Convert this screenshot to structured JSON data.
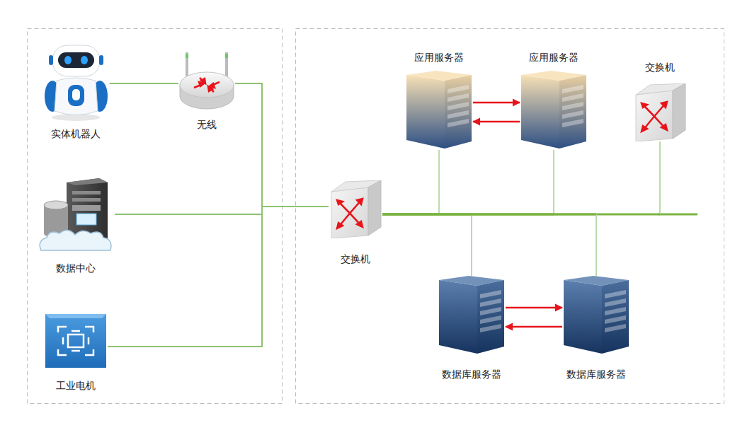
{
  "diagram": {
    "nodes": [
      {
        "text": [
          "实体机器人"
        ]
      },
      {
        "text": [
          "无线"
        ]
      },
      {
        "text": [
          "数据中心"
        ]
      },
      {
        "text": [
          "工业电机"
        ]
      },
      {
        "text": [
          "交换机"
        ]
      },
      {
        "text": [
          "应用服务器"
        ]
      },
      {
        "text": [
          "应用服务器"
        ]
      },
      {
        "text": [
          "交换机"
        ]
      },
      {
        "text": [
          "数据库服务器"
        ]
      },
      {
        "text": [
          "数据库服务器"
        ]
      }
    ],
    "edges": [
      {
        "from": 0,
        "to": 1,
        "arrow": "none"
      },
      {
        "from": 1,
        "to": 4,
        "arrow": "none"
      },
      {
        "from": 2,
        "to": 4,
        "arrow": "none"
      },
      {
        "from": 3,
        "to": 4,
        "arrow": "none"
      },
      {
        "from": 4,
        "to": 5,
        "arrow": "none"
      },
      {
        "from": 4,
        "to": 6,
        "arrow": "none"
      },
      {
        "from": 4,
        "to": 7,
        "arrow": "none"
      },
      {
        "from": 4,
        "to": 8,
        "arrow": "none"
      },
      {
        "from": 4,
        "to": 9,
        "arrow": "none"
      },
      {
        "from": 5,
        "to": 6,
        "arrow": "to"
      },
      {
        "from": 6,
        "to": 5,
        "arrow": "to"
      },
      {
        "from": 8,
        "to": 9,
        "arrow": "to"
      },
      {
        "from": 9,
        "to": 8,
        "arrow": "to"
      }
    ]
  }
}
